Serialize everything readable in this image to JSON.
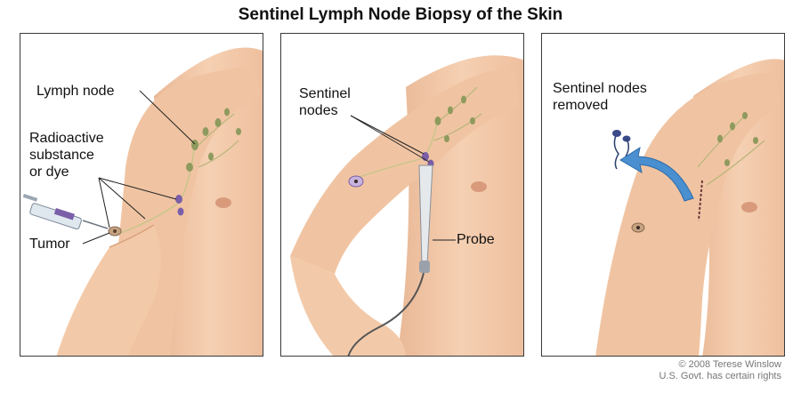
{
  "title": "Sentinel Lymph Node Biopsy of the Skin",
  "panels": [
    {
      "labels": {
        "lymph_node": "Lymph node",
        "radioactive": "Radioactive\nsubstance\nor dye",
        "tumor": "Tumor"
      }
    },
    {
      "labels": {
        "sentinel_nodes": "Sentinel\nnodes",
        "probe": "Probe"
      }
    },
    {
      "labels": {
        "removed": "Sentinel nodes\nremoved"
      }
    }
  ],
  "credit": {
    "line1": "© 2008 Terese Winslow",
    "line2": "U.S. Govt. has certain rights"
  },
  "colors": {
    "skin": "#f2c8a8",
    "skin_shadow": "#e3ad88",
    "node": "#8f9a5e",
    "dye": "#7b5ea8",
    "arrow": "#4a8fd0"
  }
}
